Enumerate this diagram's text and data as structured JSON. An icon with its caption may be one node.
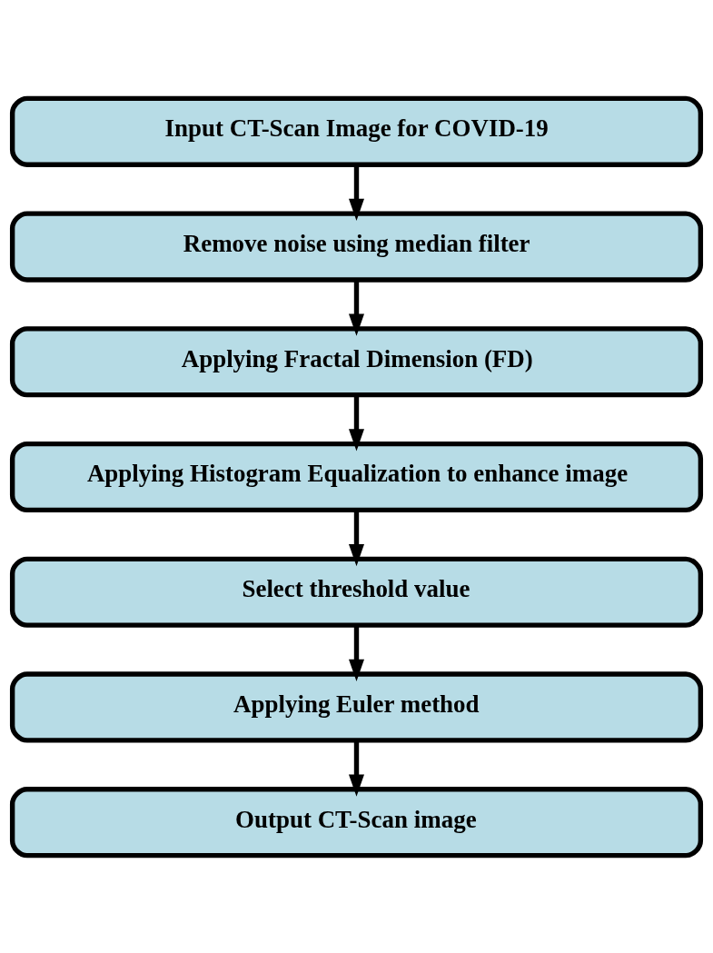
{
  "diagram": {
    "nodes": [
      {
        "text": [
          "Input CT-Scan Image for COVID-19"
        ]
      },
      {
        "text": [
          "Remove noise using median filter"
        ]
      },
      {
        "text": [
          "Applying Fractal Dimension (FD)"
        ]
      },
      {
        "text": [
          "Applying Histogram Equalization to enhance image"
        ]
      },
      {
        "text": [
          "Select threshold value"
        ]
      },
      {
        "text": [
          "Applying Euler method"
        ]
      },
      {
        "text": [
          "Output CT-Scan image"
        ]
      }
    ],
    "edges": [
      {
        "from": 0,
        "to": 1,
        "arrow": "to"
      },
      {
        "from": 1,
        "to": 2,
        "arrow": "to"
      },
      {
        "from": 2,
        "to": 3,
        "arrow": "to"
      },
      {
        "from": 3,
        "to": 4,
        "arrow": "to"
      },
      {
        "from": 4,
        "to": 5,
        "arrow": "to"
      },
      {
        "from": 5,
        "to": 6,
        "arrow": "to"
      }
    ]
  }
}
